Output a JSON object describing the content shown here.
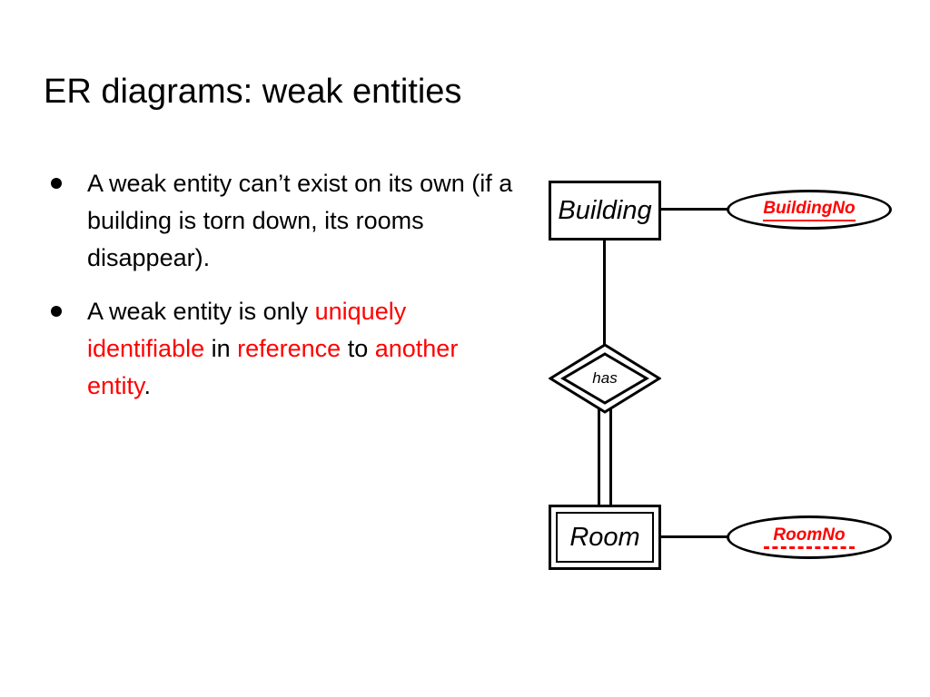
{
  "slide": {
    "title": "ER diagrams: weak entities",
    "background_color": "#ffffff",
    "accent_color": "#FF0000"
  },
  "bullets": [
    {
      "marker": "bullet-dot",
      "segments": [
        {
          "text": "A weak entity can’t exist on its own (if a building is torn down, its rooms disappear).",
          "color": "#000000"
        }
      ]
    },
    {
      "marker": "bullet-dot",
      "segments": [
        {
          "text": "A weak entity is only ",
          "color": "#000000"
        },
        {
          "text": "uniquely identifiable",
          "color": "#FF0000"
        },
        {
          "text": " in ",
          "color": "#000000"
        },
        {
          "text": "reference",
          "color": "#FF0000"
        },
        {
          "text": " to ",
          "color": "#000000"
        },
        {
          "text": "another entity",
          "color": "#FF0000"
        },
        {
          "text": ".",
          "color": "#000000"
        }
      ]
    }
  ],
  "diagram": {
    "type": "er-diagram",
    "entities": [
      {
        "id": "building",
        "label": "Building",
        "shape": "rectangle",
        "border": "single",
        "entity_type": "strong"
      },
      {
        "id": "room",
        "label": "Room",
        "shape": "rectangle",
        "border": "double",
        "entity_type": "weak"
      }
    ],
    "relationships": [
      {
        "id": "has",
        "label": "has",
        "shape": "diamond",
        "border": "double",
        "relationship_type": "identifying",
        "from": "building",
        "to": "room"
      }
    ],
    "attributes": [
      {
        "id": "buildingno",
        "label": "BuildingNo",
        "shape": "ellipse",
        "owner": "building",
        "underline": "solid",
        "attribute_type": "key",
        "color": "#FF0000"
      },
      {
        "id": "roomno",
        "label": "RoomNo",
        "shape": "ellipse",
        "owner": "room",
        "underline": "dashed",
        "attribute_type": "partial-key",
        "color": "#FF0000"
      }
    ],
    "connectors": [
      {
        "id": "building-to-has",
        "style": "single-line",
        "orientation": "vertical"
      },
      {
        "id": "has-to-room",
        "style": "double-line",
        "orientation": "vertical"
      },
      {
        "id": "building-to-buildingno",
        "style": "single-line",
        "orientation": "horizontal"
      },
      {
        "id": "room-to-roomno",
        "style": "single-line",
        "orientation": "horizontal"
      }
    ]
  }
}
